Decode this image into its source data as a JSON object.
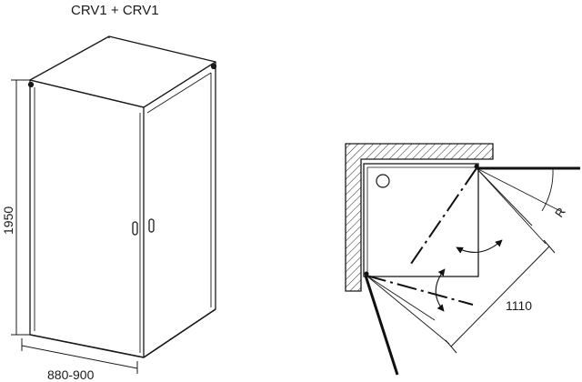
{
  "title": "CRV1 + CRV1",
  "dimensions": {
    "height": "1950",
    "width": "880-900",
    "swing_diagonal": "1110",
    "radius": "R"
  }
}
